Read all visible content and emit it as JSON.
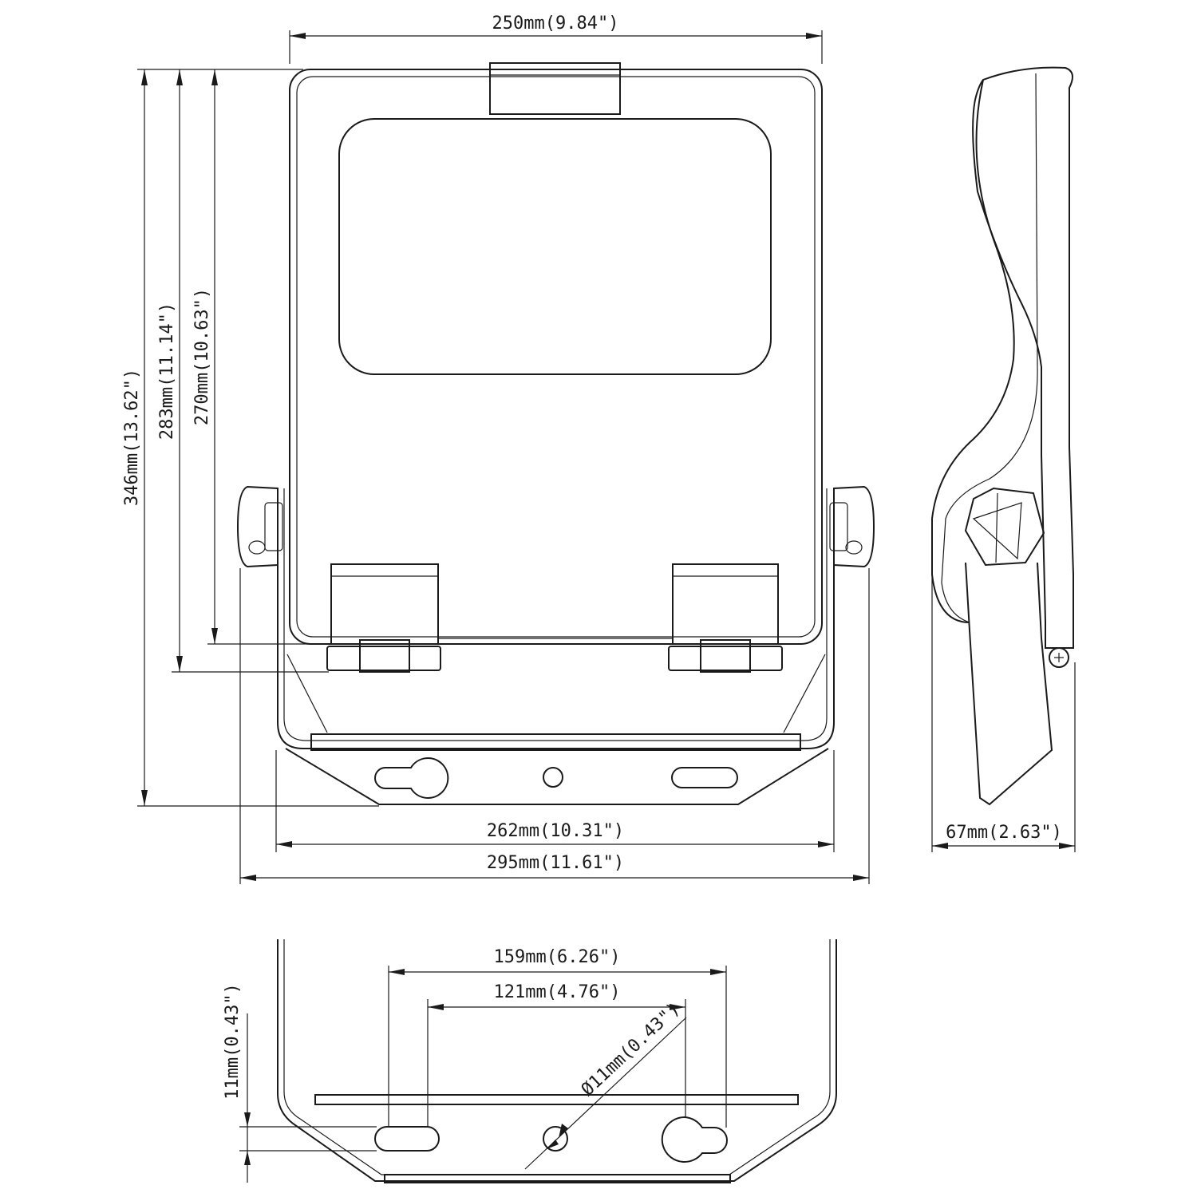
{
  "dimensions": {
    "width_250": "250mm(9.84\")",
    "height_346": "346mm(13.62\")",
    "height_283": "283mm(11.14\")",
    "height_270": "270mm(10.63\")",
    "width_262": "262mm(10.31\")",
    "width_295": "295mm(11.61\")",
    "depth_67": "67mm(2.63\")",
    "slot_159": "159mm(6.26\")",
    "slot_121": "121mm(4.76\")",
    "slot_11": "11mm(0.43\")",
    "hole_dia": "Ø11mm(0.43\")"
  }
}
